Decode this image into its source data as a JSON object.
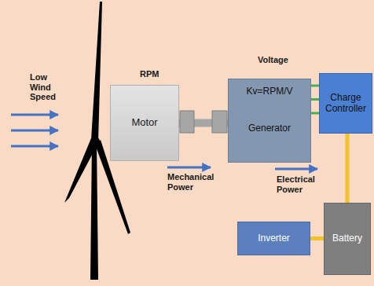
{
  "diagram": {
    "nodes": [
      {
        "text": [
          "Motor"
        ]
      },
      {
        "text": [
          "Kv=RPM/V",
          "Generator"
        ]
      },
      {
        "text": [
          "Charge Controller"
        ]
      },
      {
        "text": [
          "Battery"
        ]
      },
      {
        "text": [
          "Inverter"
        ]
      }
    ],
    "edges": [
      {
        "from": 0,
        "to": 1,
        "arrow": "none"
      },
      {
        "from": 1,
        "to": 2,
        "arrow": "none"
      },
      {
        "from": 2,
        "to": 3,
        "arrow": "none"
      },
      {
        "from": 4,
        "to": 3,
        "arrow": "none"
      }
    ],
    "labels": [
      "Low Wind Speed",
      "RPM",
      "Voltage",
      "Mechanical Power",
      "Electrical Power"
    ]
  }
}
